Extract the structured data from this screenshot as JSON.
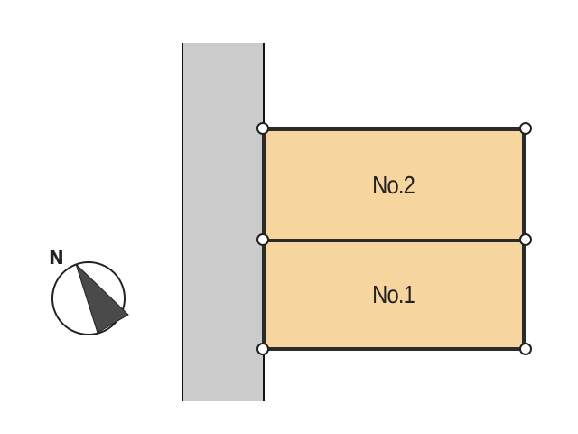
{
  "map": {
    "road": {
      "color": "#cbcbcb"
    },
    "lots": [
      {
        "label": "No.2",
        "fill": "#f7d59f"
      },
      {
        "label": "No.1",
        "fill": "#f7d59f"
      }
    ],
    "compass": {
      "label": "N"
    }
  }
}
